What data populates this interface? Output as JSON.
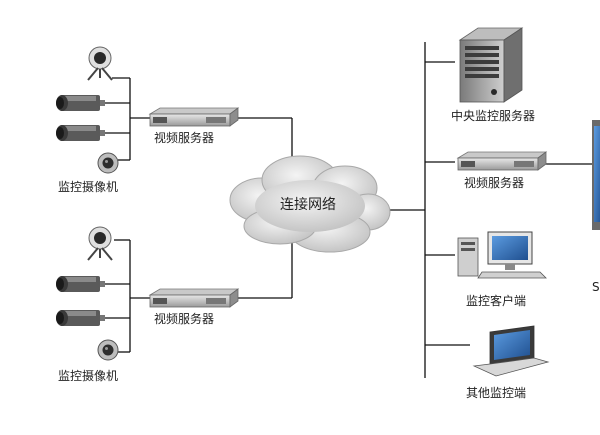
{
  "left_top": {
    "server_label": "视频服务器",
    "camera_label": "监控摄像机"
  },
  "left_bottom": {
    "server_label": "视频服务器",
    "camera_label": "监控摄像机"
  },
  "network_label": "连接网络",
  "right": {
    "central_server_label": "中央监控服务器",
    "video_server_label": "视频服务器",
    "client_label": "监控客户端",
    "other_terminal_label": "其他监控端",
    "cut_label": "S"
  },
  "colors": {
    "line": "#111111",
    "device_dark": "#4a4a4a",
    "device_light": "#d8d8d8",
    "cloud": "#d6d6d6",
    "screen": "#2f6db5"
  },
  "icons": [
    "camera-icon",
    "server-rack-icon",
    "cloud-icon",
    "tower-server-icon",
    "desktop-pc-icon",
    "laptop-icon",
    "monitor-icon"
  ]
}
